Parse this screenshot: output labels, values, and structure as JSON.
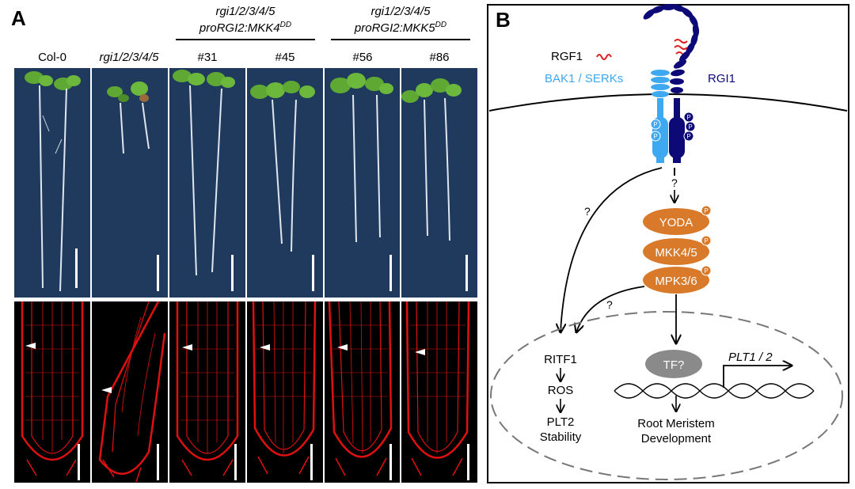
{
  "panel_a": {
    "label": "A",
    "group_1": {
      "line1": "rgi1/2/3/4/5",
      "line2_prefix": "proRGI2:MKK4",
      "line2_sup": "DD"
    },
    "group_2": {
      "line1": "rgi1/2/3/4/5",
      "line2_prefix": "proRGI2:MKK5",
      "line2_sup": "DD"
    },
    "columns": [
      "Col-0",
      "rgi1/2/3/4/5",
      "#31",
      "#45",
      "#56",
      "#86"
    ]
  },
  "panel_b": {
    "label": "B",
    "ligand": "RGF1",
    "coreceptor": "BAK1 / SERKs",
    "receptor": "RGI1",
    "phospho": "P",
    "question": "?",
    "mapk": [
      "YODA",
      "MKK4/5",
      "MPK3/6"
    ],
    "tf": "TF?",
    "gene": "PLT1 / 2",
    "left_path": [
      "RITF1",
      "ROS",
      "PLT2",
      "Stability"
    ],
    "right_path": [
      "Root Meristem",
      "Development"
    ]
  },
  "colors": {
    "photo_bg": "#1f3a5c",
    "confocal_bg": "#000000",
    "root_red": "#e01010",
    "orange": "#d97a2b",
    "navy": "#0d0a78",
    "lightblue": "#3ea8f0",
    "ligand": "#e02020",
    "tf_grey": "#8a8a8a"
  }
}
